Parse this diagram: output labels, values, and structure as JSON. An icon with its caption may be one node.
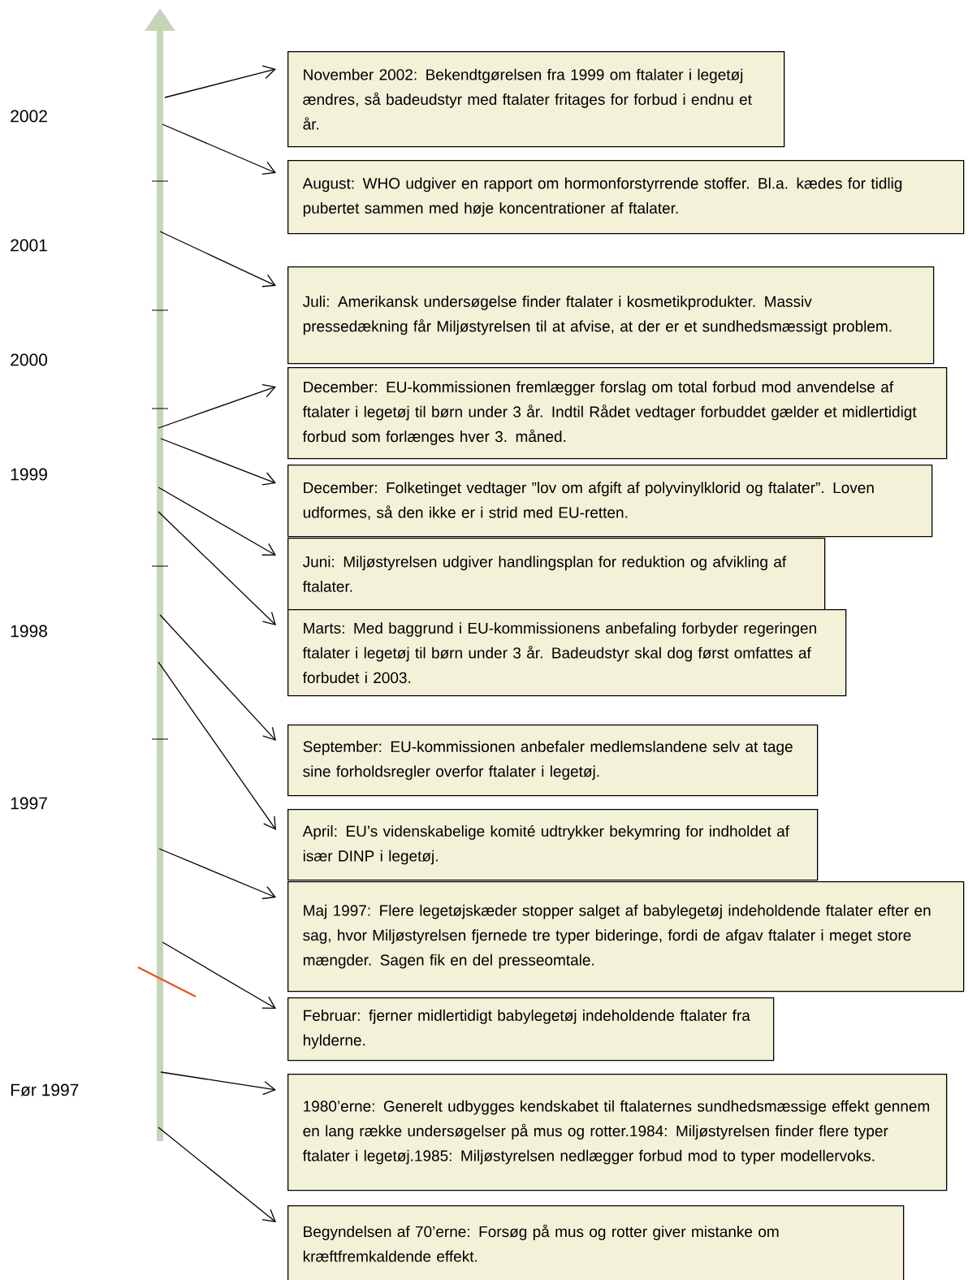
{
  "diagram": {
    "nodes": [
      {
        "text": [
          "November 2002: Bekendtgørelsen fra 1999 om ftalater i legetøj ændres, så badeudstyr med ftalater fritages for forbud i endnu et år."
        ]
      },
      {
        "text": [
          "August: WHO udgiver en rapport om hormonforstyrrende stoffer. Bl.a. kædes for tidlig pubertet sammen med høje koncentrationer af ftalater."
        ]
      },
      {
        "text": [
          "Juli: Amerikansk undersøgelse finder ftalater i kosmetikprodukter. Massiv pressedækning får Miljøstyrelsen til at afvise, at der er et sundhedsmæssigt problem."
        ]
      },
      {
        "text": [
          "December: EU-kommissionen fremlægger forslag om total forbud mod anvendelse af ftalater i legetøj til børn under 3 år. Indtil Rådet vedtager forbuddet gælder et midlertidigt forbud som forlænges hver 3. måned."
        ]
      },
      {
        "text": [
          "December: Folketinget vedtager ”lov om afgift af polyvinylklorid og ftalater”. Loven udformes, så den ikke er i strid med EU-retten."
        ]
      },
      {
        "text": [
          "Juni: Miljøstyrelsen udgiver handlingsplan for reduktion og afvikling af ftalater."
        ]
      },
      {
        "text": [
          "Marts: Med baggrund i EU-kommissionens anbefaling forbyder regeringen ftalater i legetøj til børn under 3 år. Badeudstyr skal dog først omfattes af forbudet i 2003."
        ]
      },
      {
        "text": [
          "September: EU-kommissionen anbefaler medlemslandene selv at tage sine forholdsregler overfor ftalater i legetøj."
        ]
      },
      {
        "text": [
          "April: EU’s videnskabelige komité udtrykker bekymring for indholdet af især DINP i legetøj."
        ]
      },
      {
        "text": [
          "Maj 1997: Flere legetøjskæder stopper salget af babylegetøj indeholdende ftalater efter en sag, hvor Miljøstyrelsen fjernede tre typer bideringe, fordi de afgav ftalater i meget store mængder. Sagen fik en del presseomtale."
        ]
      },
      {
        "text": [
          "Februar: fjerner midlertidigt babylegetøj indeholdende ftalater fra hylderne."
        ]
      },
      {
        "text": [
          "1980’erne: Generelt udbygges kendskabet til ftalaternes sundhedsmæssige effekt gennem en lang række undersøgelser på mus og rotter.1984: Miljøstyrelsen finder flere typer ftalater i legetøj.1985: Miljøstyrelsen nedlægger forbud mod to typer modellervoks."
        ]
      },
      {
        "text": [
          "Begyndelsen af 70’erne: Forsøg på mus og rotter giver mistanke om kræftfremkaldende effekt."
        ]
      }
    ],
    "edges": [
      {
        "from": null,
        "to": 0,
        "arrow": "to"
      },
      {
        "from": null,
        "to": 1,
        "arrow": "to"
      },
      {
        "from": null,
        "to": 2,
        "arrow": "to"
      },
      {
        "from": null,
        "to": 3,
        "arrow": "to"
      },
      {
        "from": null,
        "to": 4,
        "arrow": "to"
      },
      {
        "from": null,
        "to": 5,
        "arrow": "to"
      },
      {
        "from": null,
        "to": 6,
        "arrow": "to"
      },
      {
        "from": null,
        "to": 7,
        "arrow": "to"
      },
      {
        "from": null,
        "to": 8,
        "arrow": "to"
      },
      {
        "from": null,
        "to": 9,
        "arrow": "to"
      },
      {
        "from": null,
        "to": 10,
        "arrow": "to"
      },
      {
        "from": null,
        "to": 11,
        "arrow": "to"
      },
      {
        "from": null,
        "to": 12,
        "arrow": "to"
      }
    ],
    "labels": [
      "2002",
      "2001",
      "2000",
      "1999",
      "1998",
      "1997",
      "Før 1997"
    ]
  }
}
